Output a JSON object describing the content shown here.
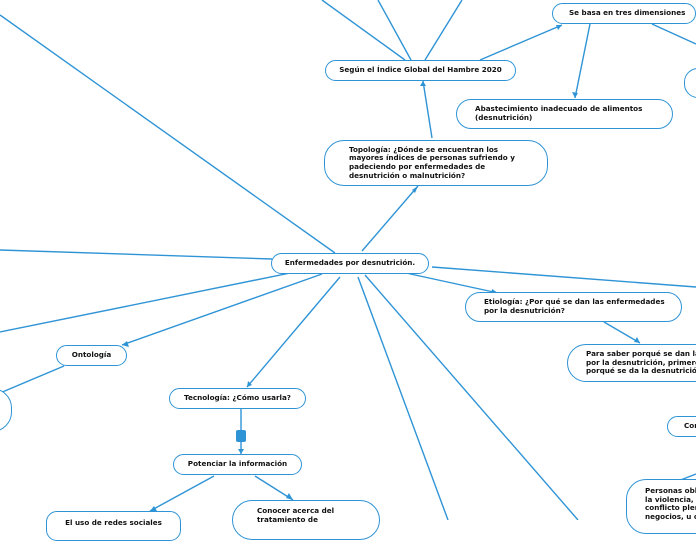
{
  "colors": {
    "line": "#2f94d6",
    "node_border": "#2f94d6",
    "node_fill": "#ffffff",
    "text": "#111111"
  },
  "nodes": {
    "central": "Enfermedades por desnutrición.",
    "indice": "Según el Índice Global del Hambre 2020",
    "dimensiones": "Se basa en tres dimensiones",
    "abastecimiento": "Abastecimiento inadecuado de alimentos\n(desnutrición)",
    "topologia": "Topología: ¿Dónde se encuentran los\nmayores índices de personas sufriendo y\npadeciendo por enfermedades de\ndesnutrición o malnutrición?",
    "etiologia": "Etiología: ¿Por qué se dan las enfermedades\npor la desnutrición?",
    "saber": "Para saber porqué se dan las\npor la desnutrición, primero\nporqué se da la desnutrición.",
    "ontologia": "Ontología",
    "tecnologia": "Tecnología: ¿Cómo usarla?",
    "potenciar": "Potenciar la información",
    "redes": "El uso de redes sociales",
    "conocer": "Conocer acerca del\ntratamiento de",
    "con": "Con",
    "personas": "Personas obli\nla violencia,\nconflicto plen\nnegocios, u o"
  }
}
